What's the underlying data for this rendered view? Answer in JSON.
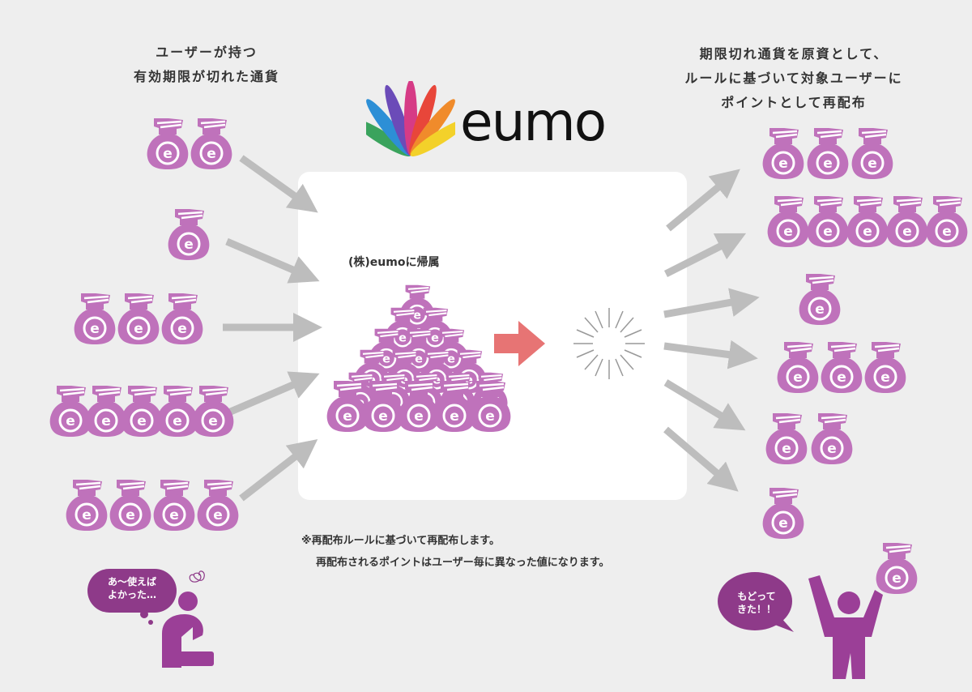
{
  "left_caption": {
    "line1": "ユーザーが持つ",
    "line2": "有効期限が切れた通貨"
  },
  "right_caption": {
    "line1": "期限切れ通貨を原資として、",
    "line2": "ルールに基づいて対象ユーザーに",
    "line3": "ポイントとして再配布"
  },
  "logo": {
    "text": "eumo"
  },
  "pool": {
    "label": "(株)eumoに帰属"
  },
  "notes": {
    "line1": "※再配布ルールに基づいて再配布します。",
    "line2": "再配布されるポイントはユーザー毎に異なった値になります。"
  },
  "left_bubble": {
    "line1": "あ～使えば",
    "line2": "よかった…"
  },
  "right_bubble": {
    "line1": "もどって",
    "line2": "きた！！"
  },
  "bag_symbol": "e",
  "colors": {
    "bag": "#bf72bb",
    "arrow_gray": "#bdbdbd",
    "arrow_red": "#e77474",
    "person": "#9b3f97",
    "bubble": "#8e3a89"
  },
  "icons": [
    "money-bag-icon",
    "arrow-icon",
    "sparkle-icon",
    "thinking-person-icon",
    "cheering-person-icon",
    "speech-bubble-icon",
    "logo-shell-icon"
  ]
}
